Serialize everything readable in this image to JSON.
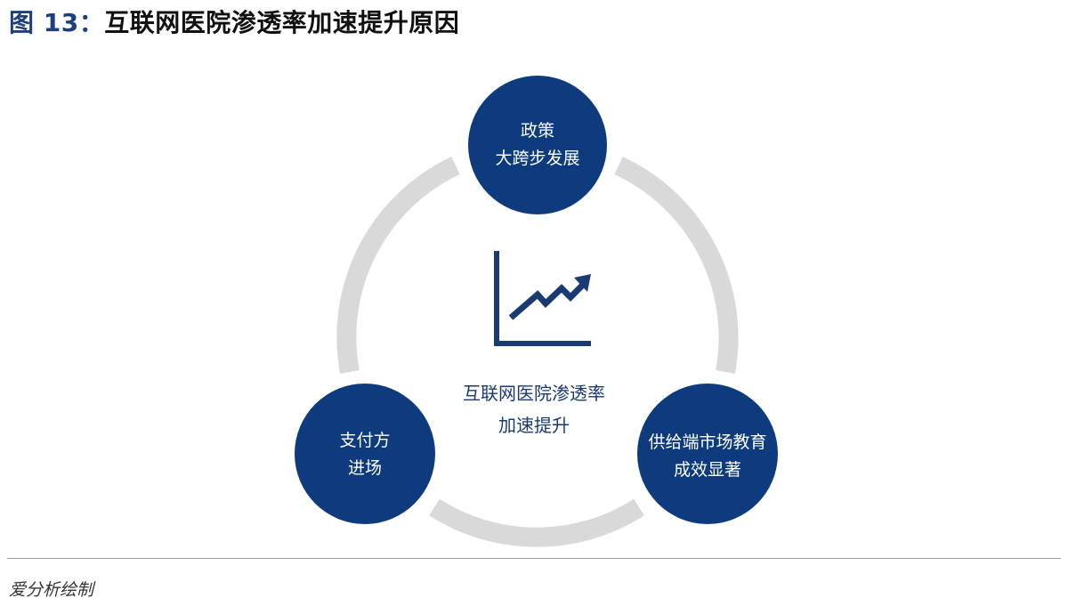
{
  "figure": {
    "label": "图 13：",
    "title": "互联网医院渗透率加速提升原因"
  },
  "nodes": {
    "policy": {
      "line1": "政策",
      "line2": "大跨步发展"
    },
    "payment": {
      "line1": "支付方",
      "line2": "进场"
    },
    "supply": {
      "line1": "供给端市场教育",
      "line2": "成效显著"
    }
  },
  "center": {
    "line1": "互联网医院渗透率",
    "line2": "加速提升",
    "icon": "growth-chart-icon"
  },
  "source": "爱分析绘制",
  "colors": {
    "node_fill": "#0d3b7e",
    "ring": "#d9d9d9",
    "title_label": "#1f3f7a",
    "center_text": "#1a3a73"
  }
}
